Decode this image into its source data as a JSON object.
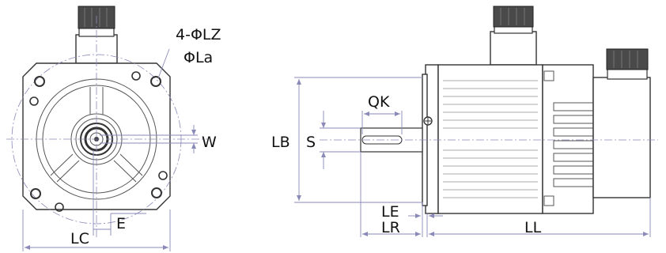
{
  "front_view": {
    "bolt_hole_label": "4-ΦLZ",
    "circle_label": "ΦLa",
    "w_label": "W",
    "e_label": "E",
    "lc_label": "LC"
  },
  "side_view": {
    "qk_label": "QK",
    "lb_label": "LB",
    "s_label": "S",
    "le_label": "LE",
    "lr_label": "LR",
    "ll_label": "LL"
  },
  "colors": {
    "dimension_line": "#8a8ab8",
    "outline": "#333333",
    "connector_dark": "#4a4a4a"
  }
}
